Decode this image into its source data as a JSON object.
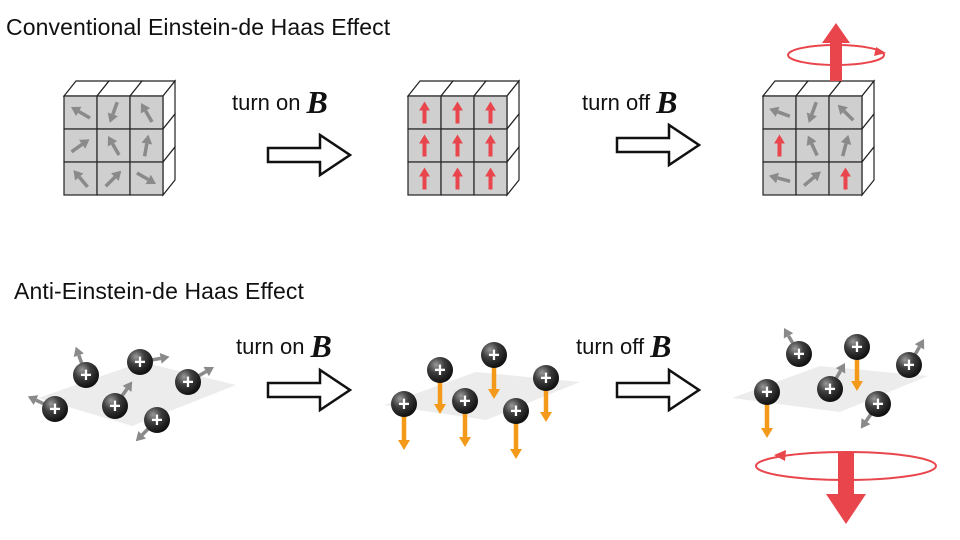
{
  "top_title": "Conventional Einstein-de Haas Effect",
  "bottom_title": "Anti-Einstein-de Haas Effect",
  "labels": {
    "turn_on": "turn on",
    "turn_off": "turn off",
    "field": "B"
  },
  "particle_sign": "+",
  "colors": {
    "spin_gray": "#8a8a8a",
    "spin_red": "#e8464c",
    "spin_orange": "#f39a1a",
    "rotation_red": "#e8464c",
    "face_gray": "#cfcfcf"
  }
}
